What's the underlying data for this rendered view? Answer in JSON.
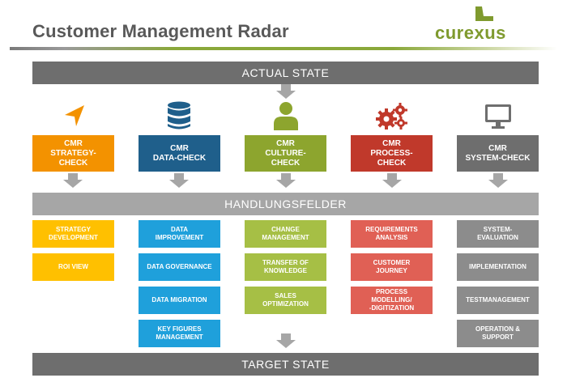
{
  "title": "Customer Management Radar",
  "logo": "curexus",
  "bars": {
    "top": "ACTUAL STATE",
    "middle": "HANDLUNGSFELDER",
    "bottom": "TARGET STATE"
  },
  "colors": {
    "orange": "#F39200",
    "yellow": "#FFC000",
    "navy": "#1F5F8B",
    "blue": "#1FA0DB",
    "olive": "#8DA52E",
    "lightgreen": "#A6BF45",
    "darkred": "#C0392B",
    "salmon": "#E06055",
    "darkgray": "#6E6E6E",
    "midgray": "#8C8C8C"
  },
  "columns": [
    {
      "icon": "navigation-arrow-icon",
      "header": "CMR\nSTRATEGY-\nCHECK",
      "items": [
        "STRATEGY\nDEVELOPMENT",
        "ROI VIEW"
      ]
    },
    {
      "icon": "database-icon",
      "header": "CMR\nDATA-CHECK",
      "items": [
        "DATA\nIMPROVEMENT",
        "DATA GOVERNANCE",
        "DATA MIGRATION",
        "KEY FIGURES\nMANAGEMENT"
      ]
    },
    {
      "icon": "person-icon",
      "header": "CMR\nCULTURE-\nCHECK",
      "items": [
        "CHANGE\nMANAGEMENT",
        "TRANSFER  OF\nKNOWLEDGE",
        "SALES\nOPTIMIZATION"
      ]
    },
    {
      "icon": "gears-icon",
      "header": "CMR\nPROCESS-\nCHECK",
      "items": [
        "REQUIREMENTS\nANALYSIS",
        "CUSTOMER\nJOURNEY",
        "PROCESS\nMODELLING/\n-DIGITIZATION"
      ]
    },
    {
      "icon": "monitor-icon",
      "header": "CMR\nSYSTEM-CHECK",
      "items": [
        "SYSTEM-\nEVALUATION",
        "IMPLEMENTATION",
        "TESTMANAGEMENT",
        "OPERATION  &\nSUPPORT"
      ]
    }
  ]
}
